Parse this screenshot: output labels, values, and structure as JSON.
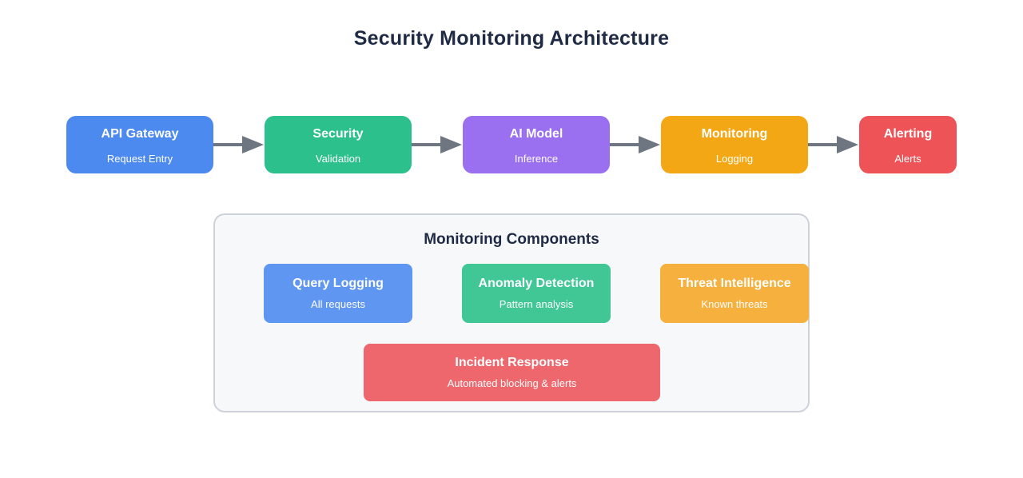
{
  "page": {
    "title": "Security Monitoring Architecture",
    "title_color": "#1f2b45",
    "background": "#ffffff"
  },
  "flow": {
    "arrow_color": "#6e7681",
    "nodes": [
      {
        "label": "API Gateway",
        "sublabel": "Request Entry",
        "color": "#4d8af0"
      },
      {
        "label": "Security",
        "sublabel": "Validation",
        "color": "#2bc08c"
      },
      {
        "label": "AI Model",
        "sublabel": "Inference",
        "color": "#9a6ff0"
      },
      {
        "label": "Monitoring",
        "sublabel": "Logging",
        "color": "#f3a714"
      },
      {
        "label": "Alerting",
        "sublabel": "Alerts",
        "color": "#ee5457"
      }
    ]
  },
  "panel": {
    "title": "Monitoring Components",
    "background": "#f7f8fa",
    "border_color": "#ccd1da",
    "components": [
      {
        "label": "Query Logging",
        "sublabel": "All requests",
        "color": "#5f96f2"
      },
      {
        "label": "Anomaly Detection",
        "sublabel": "Pattern analysis",
        "color": "#40c795"
      },
      {
        "label": "Threat Intelligence",
        "sublabel": "Known threats",
        "color": "#f5b03e"
      },
      {
        "label": "Incident Response",
        "sublabel": "Automated blocking & alerts",
        "color": "#ed676d"
      }
    ]
  }
}
